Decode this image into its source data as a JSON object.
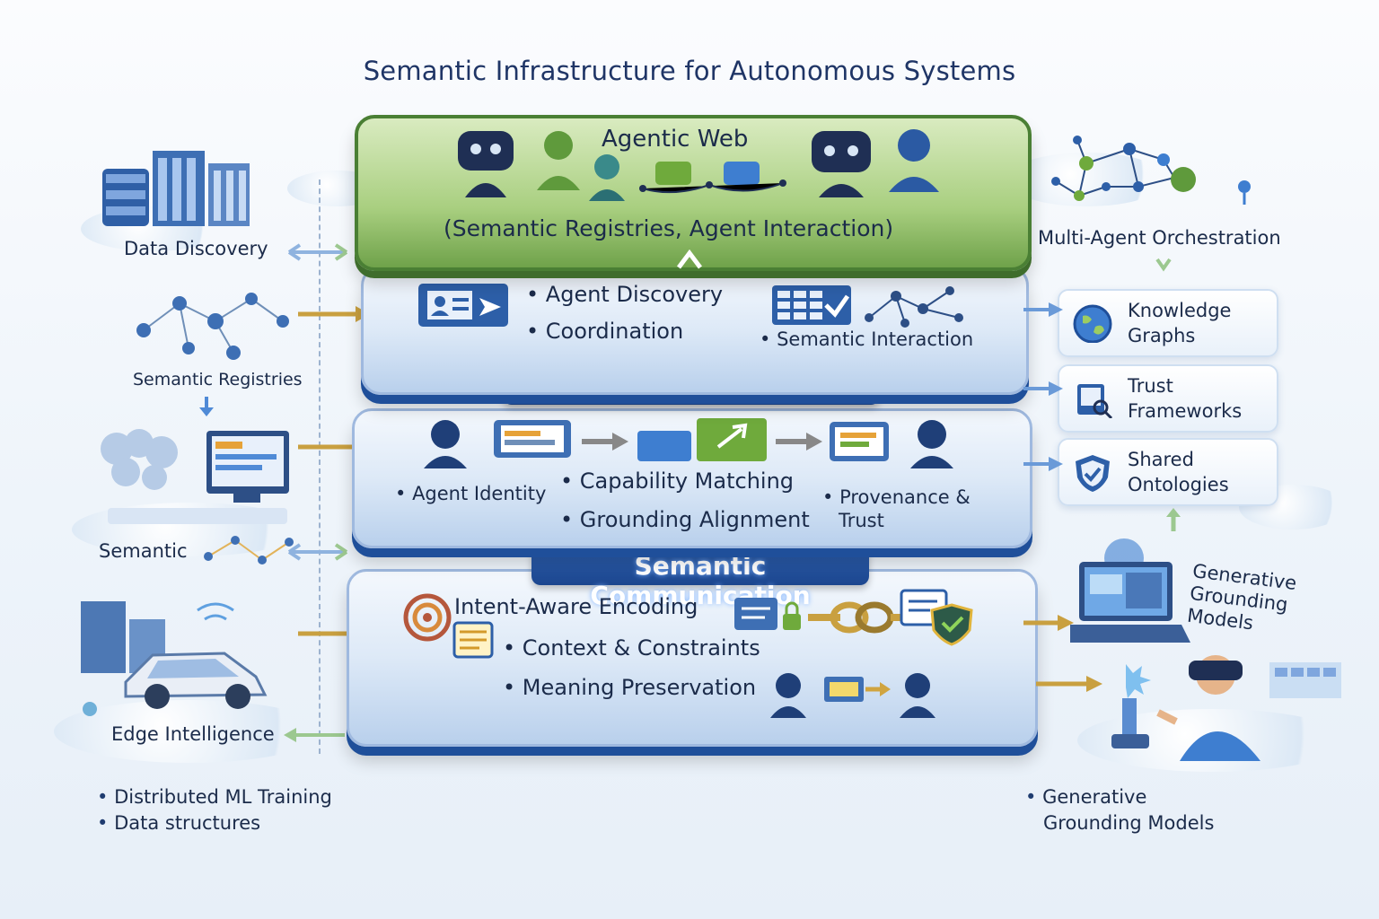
{
  "title": "Semantic Infrastructure for Autonomous Systems",
  "layers": {
    "agentic_web": {
      "title": "Agentic Web",
      "subtitle": "(Semantic Registries, Agent Interaction)"
    },
    "substrate_top": {
      "items": [
        "Agent Discovery",
        "Coordination",
        "Semantic Interaction"
      ]
    },
    "semantic_substrate": {
      "title": "Semantic Substrate",
      "items": [
        "Agent Identity",
        "Capability Matching",
        "Grounding Alignment",
        "Provenance &",
        "Trust"
      ]
    },
    "semantic_communication": {
      "title": "Semantic Communication",
      "items": [
        "Intent-Aware Encoding",
        "Context & Constraints",
        "Meaning Preservation"
      ]
    }
  },
  "left": {
    "data_discovery": "Data Discovery",
    "semantic_registries": "Semantic Registries",
    "semantic": "Semantic",
    "edge_intelligence": "Edge Intelligence",
    "bullets": [
      "Distributed ML Training",
      "Data structures"
    ]
  },
  "right": {
    "multi_agent": "Multi-Agent Orchestration",
    "cards": [
      {
        "line1": "Knowledge",
        "line2": "Graphs",
        "icon": "globe-icon"
      },
      {
        "line1": "Trust",
        "line2": "Frameworks",
        "icon": "document-search-icon"
      },
      {
        "line1": "Shared",
        "line2": "Ontologies",
        "icon": "shield-check-icon"
      }
    ],
    "generative_rotated": [
      "Generative",
      "Grounding",
      "Models"
    ],
    "bullets": [
      "Generative",
      "Grounding Models"
    ]
  },
  "colors": {
    "band_blue": "#1f4f9a",
    "layer_green": "#6fa24a",
    "arrow_gold": "#c9a040",
    "arrow_blue": "#6a9ad8"
  }
}
